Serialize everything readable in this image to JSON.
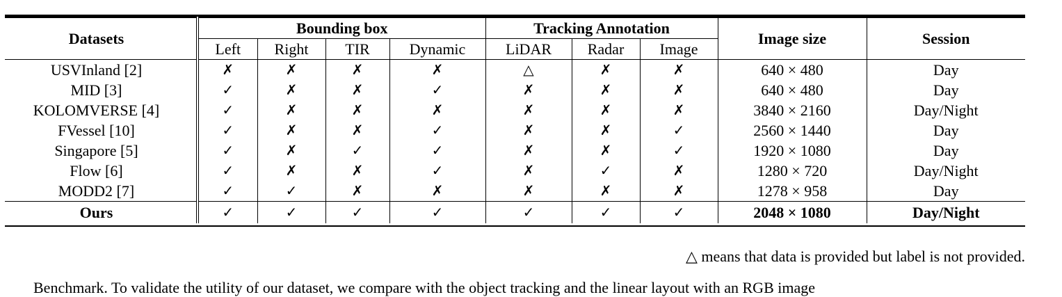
{
  "table": {
    "headers": {
      "datasets": "Datasets",
      "bounding_box": "Bounding box",
      "tracking": "Tracking Annotation",
      "image_size": "Image size",
      "session": "Session",
      "sub": [
        "Left",
        "Right",
        "TIR",
        "Dynamic",
        "LiDAR",
        "Radar",
        "Image"
      ]
    },
    "rows": [
      {
        "name": "USVInland [2]",
        "marks": [
          "✗",
          "✗",
          "✗",
          "✗",
          "△",
          "✗",
          "✗"
        ],
        "size": "640 × 480",
        "session": "Day"
      },
      {
        "name": "MID [3]",
        "marks": [
          "✓",
          "✗",
          "✗",
          "✓",
          "✗",
          "✗",
          "✗"
        ],
        "size": "640 × 480",
        "session": "Day"
      },
      {
        "name": "KOLOMVERSE [4]",
        "marks": [
          "✓",
          "✗",
          "✗",
          "✗",
          "✗",
          "✗",
          "✗"
        ],
        "size": "3840 × 2160",
        "session": "Day/Night"
      },
      {
        "name": "FVessel [10]",
        "marks": [
          "✓",
          "✗",
          "✗",
          "✓",
          "✗",
          "✗",
          "✓"
        ],
        "size": "2560 × 1440",
        "session": "Day"
      },
      {
        "name": "Singapore [5]",
        "marks": [
          "✓",
          "✗",
          "✓",
          "✓",
          "✗",
          "✗",
          "✓"
        ],
        "size": "1920 × 1080",
        "session": "Day"
      },
      {
        "name": "Flow [6]",
        "marks": [
          "✓",
          "✗",
          "✗",
          "✓",
          "✗",
          "✓",
          "✗"
        ],
        "size": "1280 × 720",
        "session": "Day/Night"
      },
      {
        "name": "MODD2 [7]",
        "marks": [
          "✓",
          "✓",
          "✗",
          "✗",
          "✗",
          "✗",
          "✗"
        ],
        "size": "1278 × 958",
        "session": "Day"
      }
    ],
    "ours": {
      "name": "Ours",
      "marks": [
        "✓",
        "✓",
        "✓",
        "✓",
        "✓",
        "✓",
        "✓"
      ],
      "size": "2048 × 1080",
      "session": "Day/Night"
    }
  },
  "note": "△ means that data is provided but label is not provided.",
  "partial_text": "Benchmark. To validate the utility of our dataset, we compare with the object tracking and the linear layout with an RGB image"
}
